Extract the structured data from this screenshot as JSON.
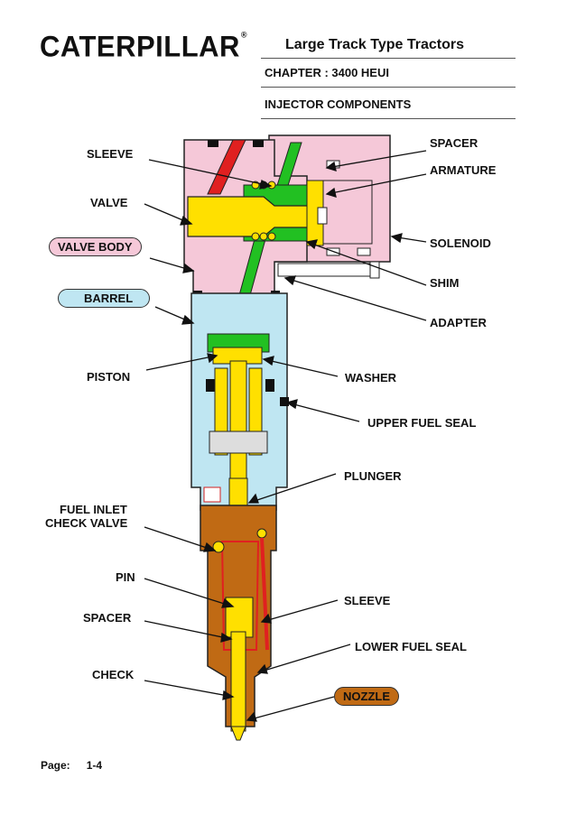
{
  "header": {
    "logo": "CATERPILLAR",
    "logo_mark": "®",
    "title": "Large Track Type Tractors",
    "chapter": "CHAPTER :  3400 HEUI",
    "section": "INJECTOR COMPONENTS"
  },
  "labels": {
    "sleeve_top": "SLEEVE",
    "valve": "VALVE",
    "valve_body": "VALVE BODY",
    "barrel": "BARREL",
    "piston": "PISTON",
    "fuel_inlet_check_valve_1": "FUEL INLET",
    "fuel_inlet_check_valve_2": "CHECK VALVE",
    "pin": "PIN",
    "spacer_left": "SPACER",
    "check": "CHECK",
    "spacer_right": "SPACER",
    "armature": "ARMATURE",
    "solenoid": "SOLENOID",
    "shim": "SHIM",
    "adapter": "ADAPTER",
    "washer": "WASHER",
    "upper_fuel_seal": "UPPER FUEL SEAL",
    "plunger": "PLUNGER",
    "sleeve_bottom": "SLEEVE",
    "lower_fuel_seal": "LOWER FUEL SEAL",
    "nozzle": "NOZZLE"
  },
  "footer": {
    "page_label": "Page:",
    "page_number": "1-4"
  },
  "colors": {
    "valve_body": "#f5c8d8",
    "barrel": "#bfe6f2",
    "nozzle": "#c06a14",
    "oil": "#22c022",
    "fuel": "#e02020",
    "plunger": "#ffee00",
    "solenoid": "#f5c8d8"
  }
}
